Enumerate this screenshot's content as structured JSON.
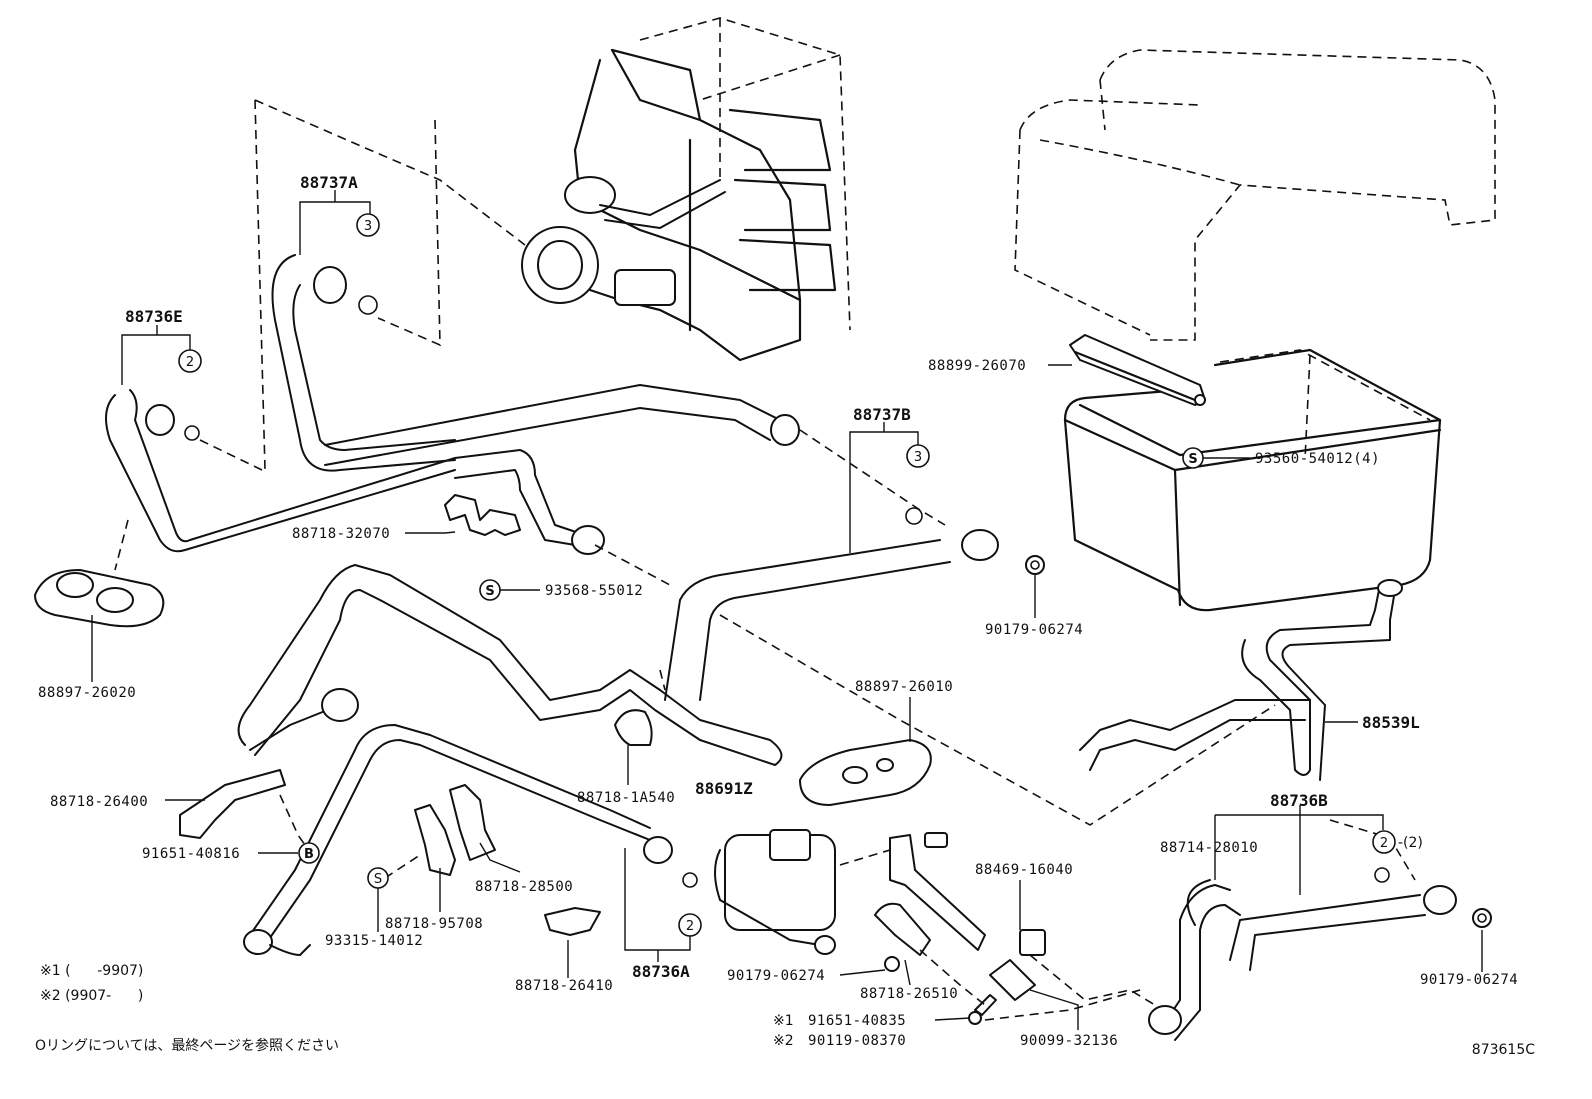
{
  "labels": {
    "l_88737A": "88737A",
    "l_88736E": "88736E",
    "l_88737B": "88737B",
    "l_88899": "88899-26070",
    "l_93560": "93560-54012(4)",
    "l_88718_32070": "88718-32070",
    "l_93568": "93568-55012",
    "l_90179_a": "90179-06274",
    "l_88897_26020": "88897-26020",
    "l_88897_26010": "88897-26010",
    "l_88539L": "88539L",
    "l_88718_26400": "88718-26400",
    "l_88718_1A540": "88718-1A540",
    "l_88691Z": "88691Z",
    "l_88736B": "88736B",
    "l_91651_40816": "91651-40816",
    "l_88718_28500": "88718-28500",
    "l_88714": "88714-28010",
    "l_88469": "88469-16040",
    "l_88718_95708": "88718-95708",
    "l_93315": "93315-14012",
    "l_88736A": "88736A",
    "l_88718_26410": "88718-26410",
    "l_90179_b": "90179-06274",
    "l_88718_26510": "88718-26510",
    "l_90179_c": "90179-06274",
    "l_91651_40835": "91651-40835",
    "l_90119": "90119-08370",
    "l_90099": "90099-32136"
  },
  "markers": {
    "m_ref3": "3",
    "m_ref2": "2",
    "m_S": "S",
    "m_B": "B",
    "m_ast1": "※1",
    "m_ast2": "※2",
    "m_paren2": "-(2)"
  },
  "footnotes": {
    "f1": "※1 (      -9907)",
    "f2": "※2 (9907-      )",
    "oring_note": "Oリングについては、最終ページを参照ください",
    "figure_code": "873615C"
  }
}
